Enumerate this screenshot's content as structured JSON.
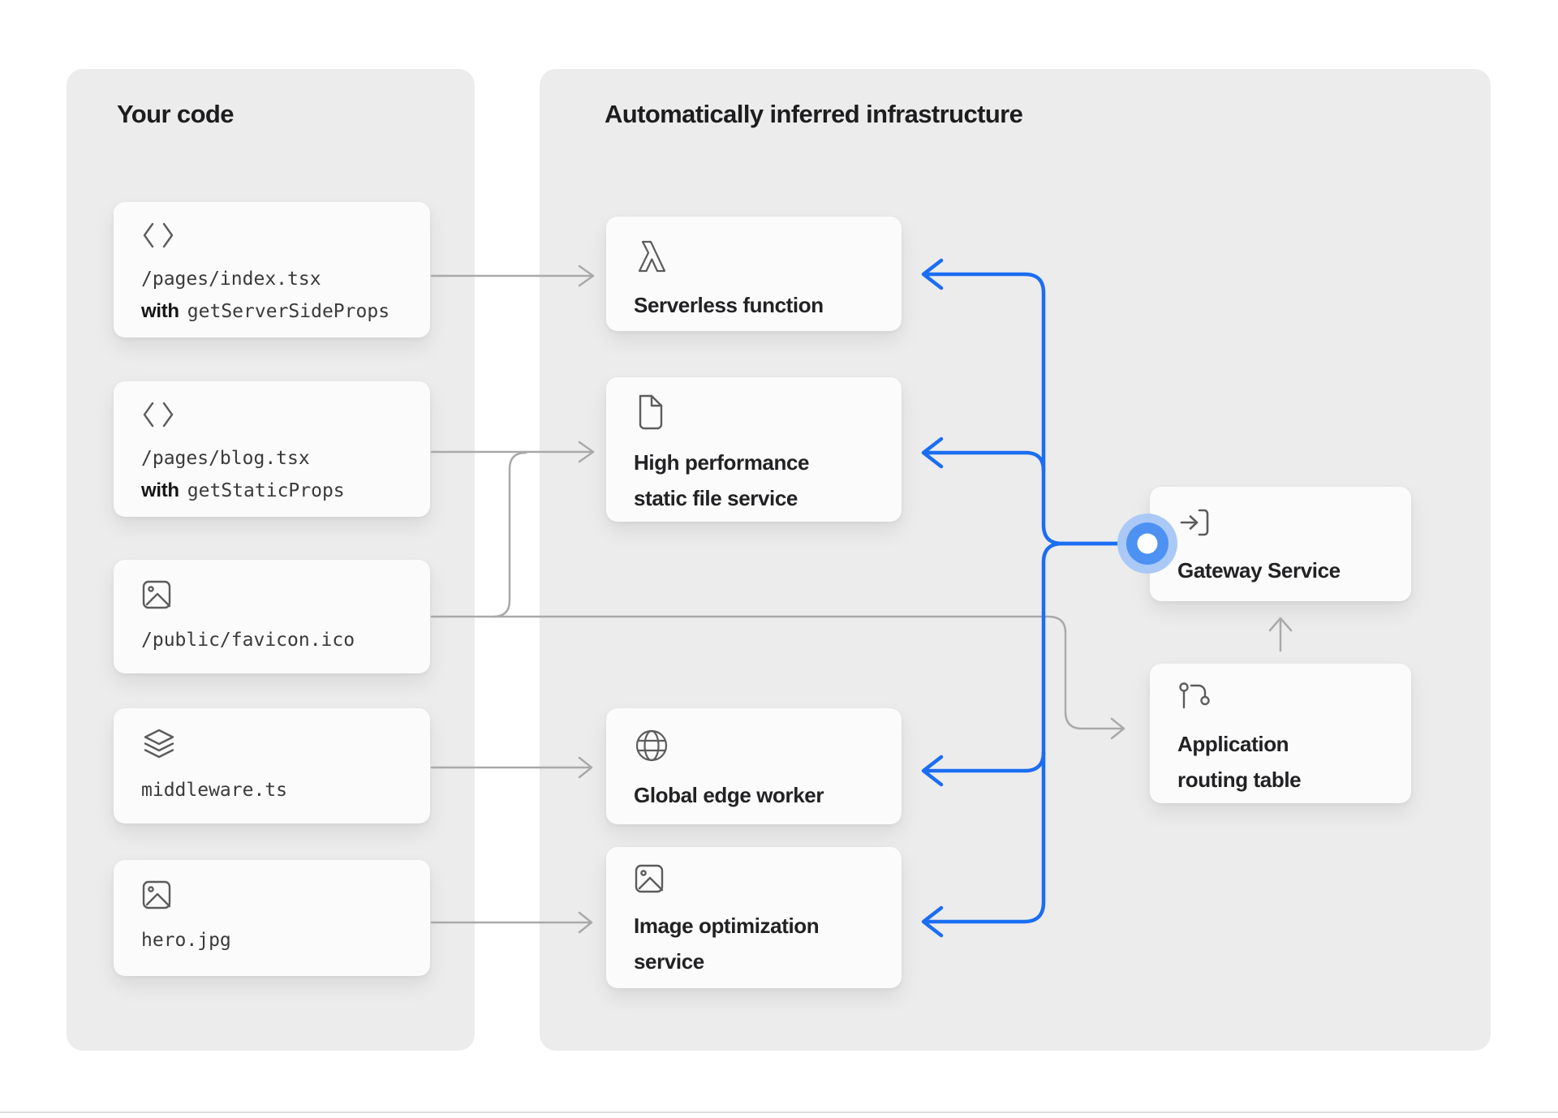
{
  "left_panel": {
    "title": "Your code",
    "cards": [
      {
        "icon": "code-icon",
        "path": "/pages/index.tsx",
        "with_label": "with",
        "func": "getServerSideProps"
      },
      {
        "icon": "code-icon",
        "path": "/pages/blog.tsx",
        "with_label": "with",
        "func": "getStaticProps"
      },
      {
        "icon": "image-icon",
        "path": "/public/favicon.ico"
      },
      {
        "icon": "layers-icon",
        "path": "middleware.ts"
      },
      {
        "icon": "image-icon",
        "path": "hero.jpg"
      }
    ]
  },
  "right_panel": {
    "title": "Automatically inferred infrastructure",
    "services": [
      {
        "icon": "lambda-icon",
        "label": "Serverless function"
      },
      {
        "icon": "file-icon",
        "label": "High performance static file service"
      },
      {
        "icon": "globe-icon",
        "label": "Global edge worker"
      },
      {
        "icon": "image-icon",
        "label": "Image optimization service"
      }
    ],
    "gateway": {
      "icon": "enter-icon",
      "label": "Gateway Service"
    },
    "routing": {
      "icon": "route-icon",
      "label": "Application routing table"
    }
  },
  "colors": {
    "accent_blue": "#1b6ef3",
    "node_ring_light": "#aac9f7",
    "node_ring_solid": "#4d92f2",
    "connector_gray": "#a9a9a9",
    "panel_background": "#ececec"
  }
}
